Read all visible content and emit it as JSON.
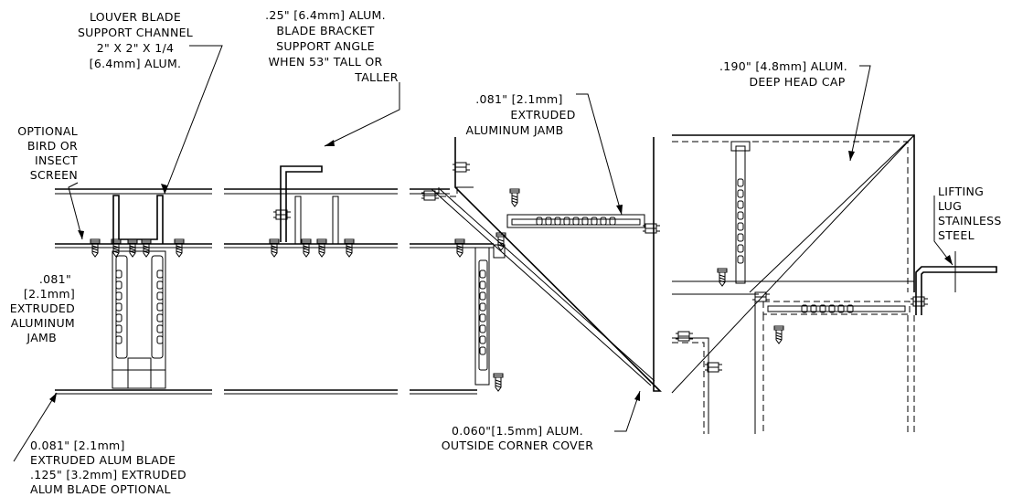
{
  "labels": {
    "louver_support_channel": [
      "LOUVER BLADE",
      "SUPPORT CHANNEL",
      "2\" X 2\" X 1/4",
      "[6.4mm] ALUM."
    ],
    "blade_bracket_angle": [
      ".25\" [6.4mm] ALUM.",
      "BLADE BRACKET",
      "SUPPORT ANGLE",
      "WHEN 53\" TALL OR",
      "TALLER"
    ],
    "bird_screen": [
      "OPTIONAL",
      "BIRD OR",
      "INSECT",
      "SCREEN"
    ],
    "extruded_jamb_left": [
      ".081\"",
      "[2.1mm]",
      "EXTRUDED",
      "ALUMINUM",
      "JAMB"
    ],
    "extruded_jamb_center": [
      ".081\" [2.1mm]",
      "EXTRUDED",
      "ALUMINUM JAMB"
    ],
    "deep_head_cap": [
      ".190\" [4.8mm] ALUM.",
      "DEEP HEAD CAP"
    ],
    "lifting_lug": [
      "LIFTING",
      "LUG",
      "STAINLESS",
      "STEEL"
    ],
    "blade": [
      "0.081\" [2.1mm]",
      "EXTRUDED ALUM BLADE",
      ".125\" [3.2mm] EXTRUDED",
      "ALUM BLADE OPTIONAL"
    ],
    "corner_cover": [
      "0.060\"[1.5mm] ALUM.",
      "OUTSIDE CORNER COVER"
    ]
  }
}
